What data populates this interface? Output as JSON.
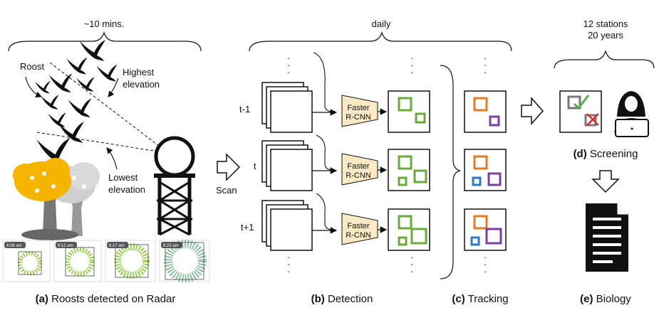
{
  "annotations": {
    "time_span": "~10 mins.",
    "roost": "Roost",
    "highest_elevation": [
      "Highest",
      "elevation"
    ],
    "lowest_elevation": [
      "Lowest",
      "elevation"
    ],
    "scan": "Scan",
    "daily": "daily",
    "stations": [
      "12 stations",
      "20 years"
    ]
  },
  "radar_frames": [
    "6:06 am",
    "6:12 am",
    "6:17 am",
    "6:22 am"
  ],
  "timesteps": [
    "t-1",
    "t",
    "t+1"
  ],
  "detector_label": [
    "Faster",
    "R-CNN"
  ],
  "ellipsis": "·",
  "captions": {
    "a": {
      "letter": "(a)",
      "text": " Roosts detected on Radar"
    },
    "b": {
      "letter": "(b)",
      "text": " Detection"
    },
    "c": {
      "letter": "(c)",
      "text": " Tracking"
    },
    "d": {
      "letter": "(d)",
      "text": " Screening"
    },
    "e": {
      "letter": "(e)",
      "text": " Biology"
    }
  },
  "colors": {
    "detection_box": "#6aaa3a",
    "track_orange": "#e07b2a",
    "track_purple": "#7a3fa0",
    "track_blue": "#2a7ac0",
    "tree_yellow": "#f4b400",
    "detector_fill": "#fbe8c4"
  }
}
